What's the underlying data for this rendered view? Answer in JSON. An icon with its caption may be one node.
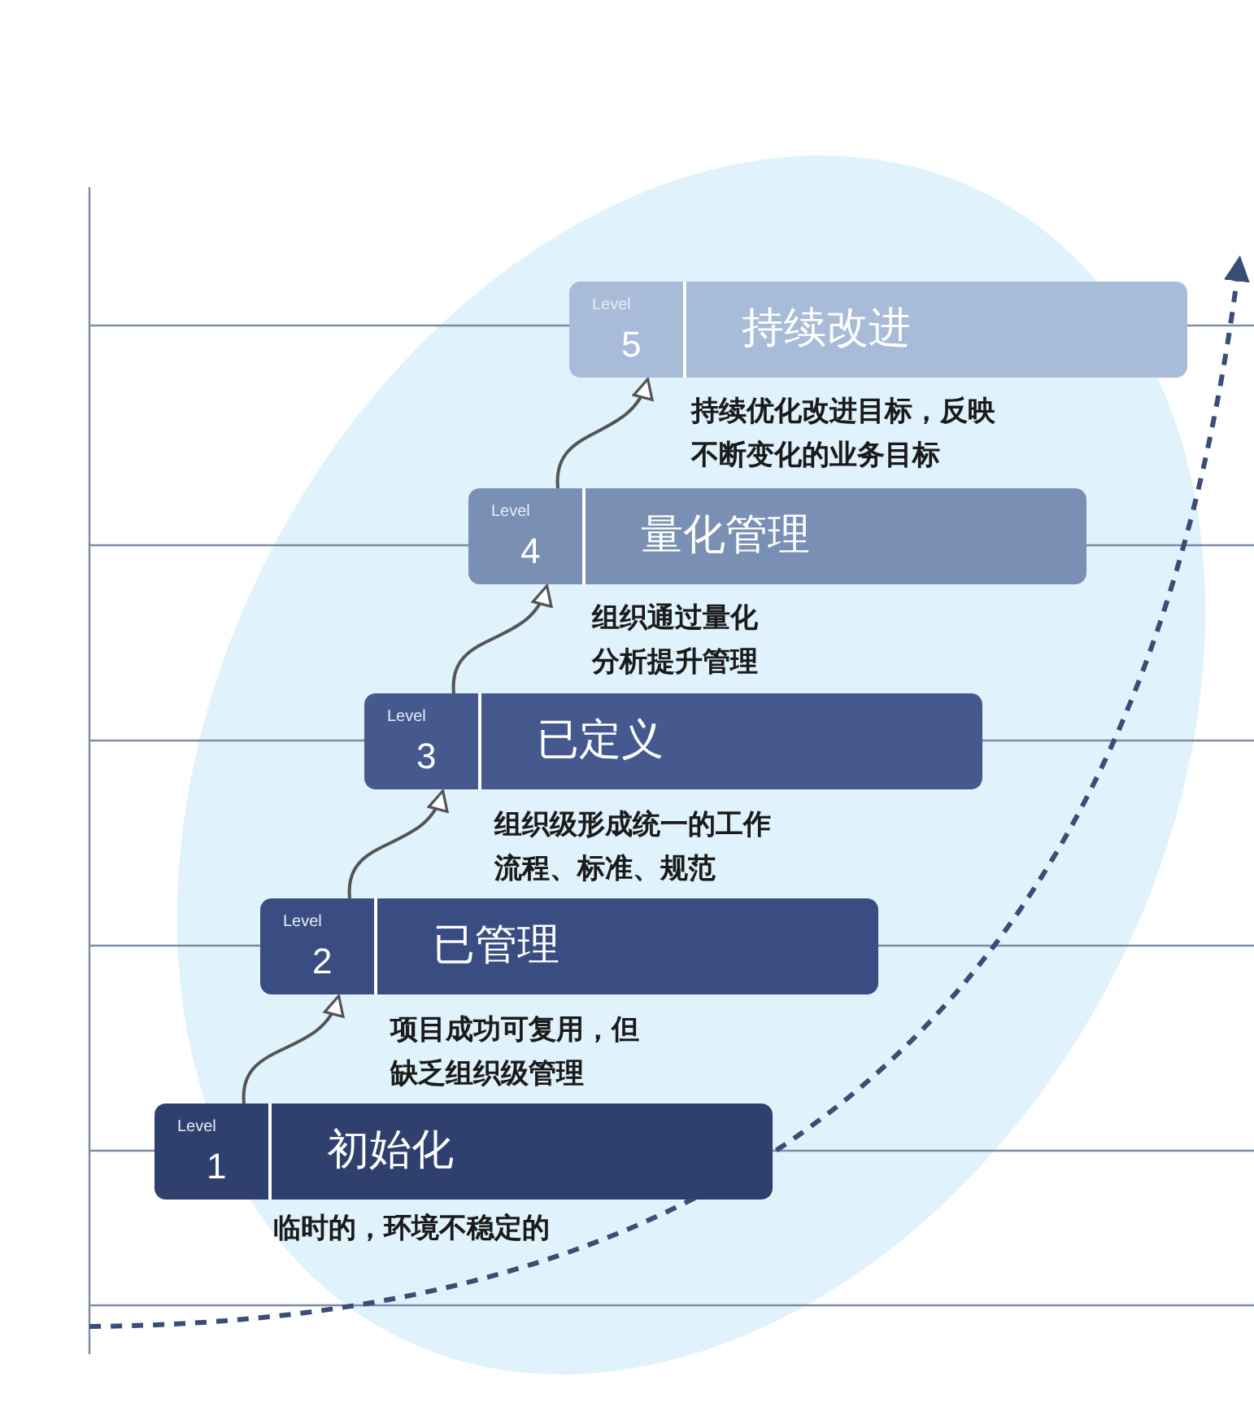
{
  "diagram": {
    "nodes": [
      {
        "text": [
          "Level",
          "1",
          "初始化"
        ],
        "beside": [
          "临时的，环境不稳定的"
        ]
      },
      {
        "text": [
          "Level",
          "2",
          "已管理"
        ],
        "beside": [
          "项目成功可复用，但缺乏组织级管理"
        ]
      },
      {
        "text": [
          "Level",
          "3",
          "已定义"
        ],
        "beside": [
          "组织级形成统一的工作流程、标准、规范"
        ]
      },
      {
        "text": [
          "Level",
          "4",
          "量化管理"
        ],
        "beside": [
          "组织通过量化分析提升管理"
        ]
      },
      {
        "text": [
          "Level",
          "5",
          "持续改进"
        ],
        "beside": [
          "持续优化改进目标，反映不断变化的业务目标"
        ]
      }
    ],
    "edges": [
      {
        "from": 0,
        "to": 1,
        "arrow": "to"
      },
      {
        "from": 1,
        "to": 2,
        "arrow": "to"
      },
      {
        "from": 2,
        "to": 3,
        "arrow": "to"
      },
      {
        "from": 3,
        "to": 4,
        "arrow": "to"
      }
    ]
  }
}
